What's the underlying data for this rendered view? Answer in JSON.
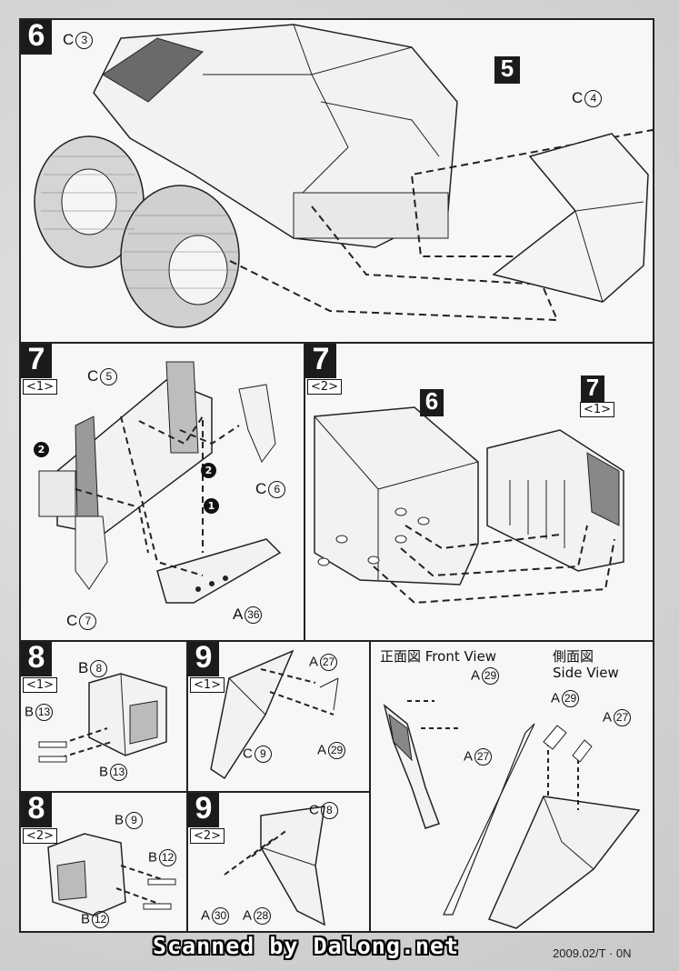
{
  "steps": {
    "s6": {
      "num": "6",
      "parts": {
        "c3": "C",
        "c3n": "3",
        "c4": "C",
        "c4n": "4"
      },
      "ref": "5"
    },
    "s7_1": {
      "num": "7",
      "sub": "<1>",
      "parts": {
        "c5": "C",
        "c5n": "5",
        "c6": "C",
        "c6n": "6",
        "c7": "C",
        "c7n": "7",
        "a36": "A",
        "a36n": "36"
      },
      "b1": "1",
      "b2a": "2",
      "b2b": "2"
    },
    "s7_2": {
      "num": "7",
      "sub": "<2>",
      "ref6": "6",
      "ref7": "7",
      "ref7sub": "<1>"
    },
    "s8_1": {
      "num": "8",
      "sub": "<1>",
      "parts": {
        "b8": "B",
        "b8n": "8",
        "b13a": "B",
        "b13an": "13",
        "b13b": "B",
        "b13bn": "13"
      }
    },
    "s9_1": {
      "num": "9",
      "sub": "<1>",
      "parts": {
        "a27": "A",
        "a27n": "27",
        "c9": "C",
        "c9n": "9",
        "a29": "A",
        "a29n": "29"
      }
    },
    "s8_2": {
      "num": "8",
      "sub": "<2>",
      "parts": {
        "b9": "B",
        "b9n": "9",
        "b12a": "B",
        "b12an": "12",
        "b12b": "B",
        "b12bn": "12"
      }
    },
    "s9_2": {
      "num": "9",
      "sub": "<2>",
      "parts": {
        "c8": "C",
        "c8n": "8",
        "a30": "A",
        "a30n": "30",
        "a28": "A",
        "a28n": "28"
      }
    },
    "views": {
      "front": "正面図 Front View",
      "side_jp": "側面図",
      "side_en": "Side View",
      "fa29": "A",
      "fa29n": "29",
      "fa27": "A",
      "fa27n": "27",
      "sa29": "A",
      "sa29n": "29",
      "sa27": "A",
      "sa27n": "27"
    }
  },
  "footer": {
    "scan": "Scanned by Dalong.net",
    "code": "2009.02/T · 0N"
  }
}
